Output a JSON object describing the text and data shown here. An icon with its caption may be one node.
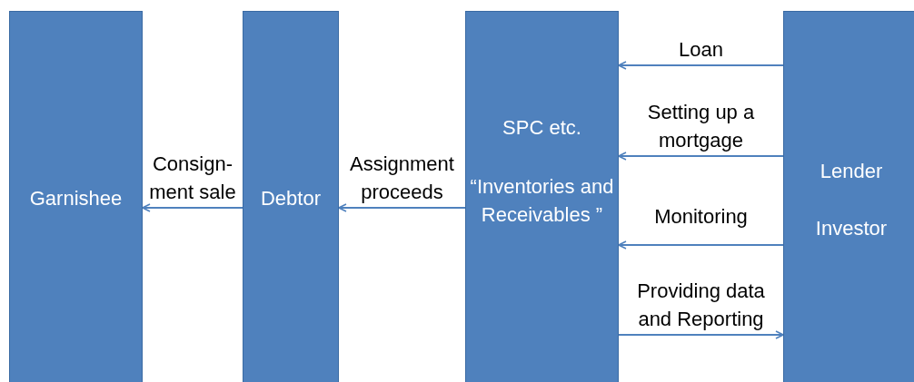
{
  "diagram": {
    "nodes": [
      {
        "text": [
          "Garnishee"
        ]
      },
      {
        "text": [
          "Debtor"
        ]
      },
      {
        "text": [
          "SPC etc.",
          "“Inventories and Receivables ”"
        ]
      },
      {
        "text": [
          "Lender",
          "Investor"
        ]
      }
    ],
    "edges": [
      {
        "from": 1,
        "to": 0,
        "arrow": "to",
        "label": "Consign- ment sale"
      },
      {
        "from": 2,
        "to": 1,
        "arrow": "to",
        "label": "Assignment proceeds"
      },
      {
        "from": 3,
        "to": 2,
        "arrow": "to",
        "label": "Loan"
      },
      {
        "from": 3,
        "to": 2,
        "arrow": "to",
        "label": "Setting up a mortgage"
      },
      {
        "from": 3,
        "to": 2,
        "arrow": "to",
        "label": "Monitoring"
      },
      {
        "from": 2,
        "to": 3,
        "arrow": "to",
        "label": "Providing data and Reporting"
      }
    ]
  }
}
